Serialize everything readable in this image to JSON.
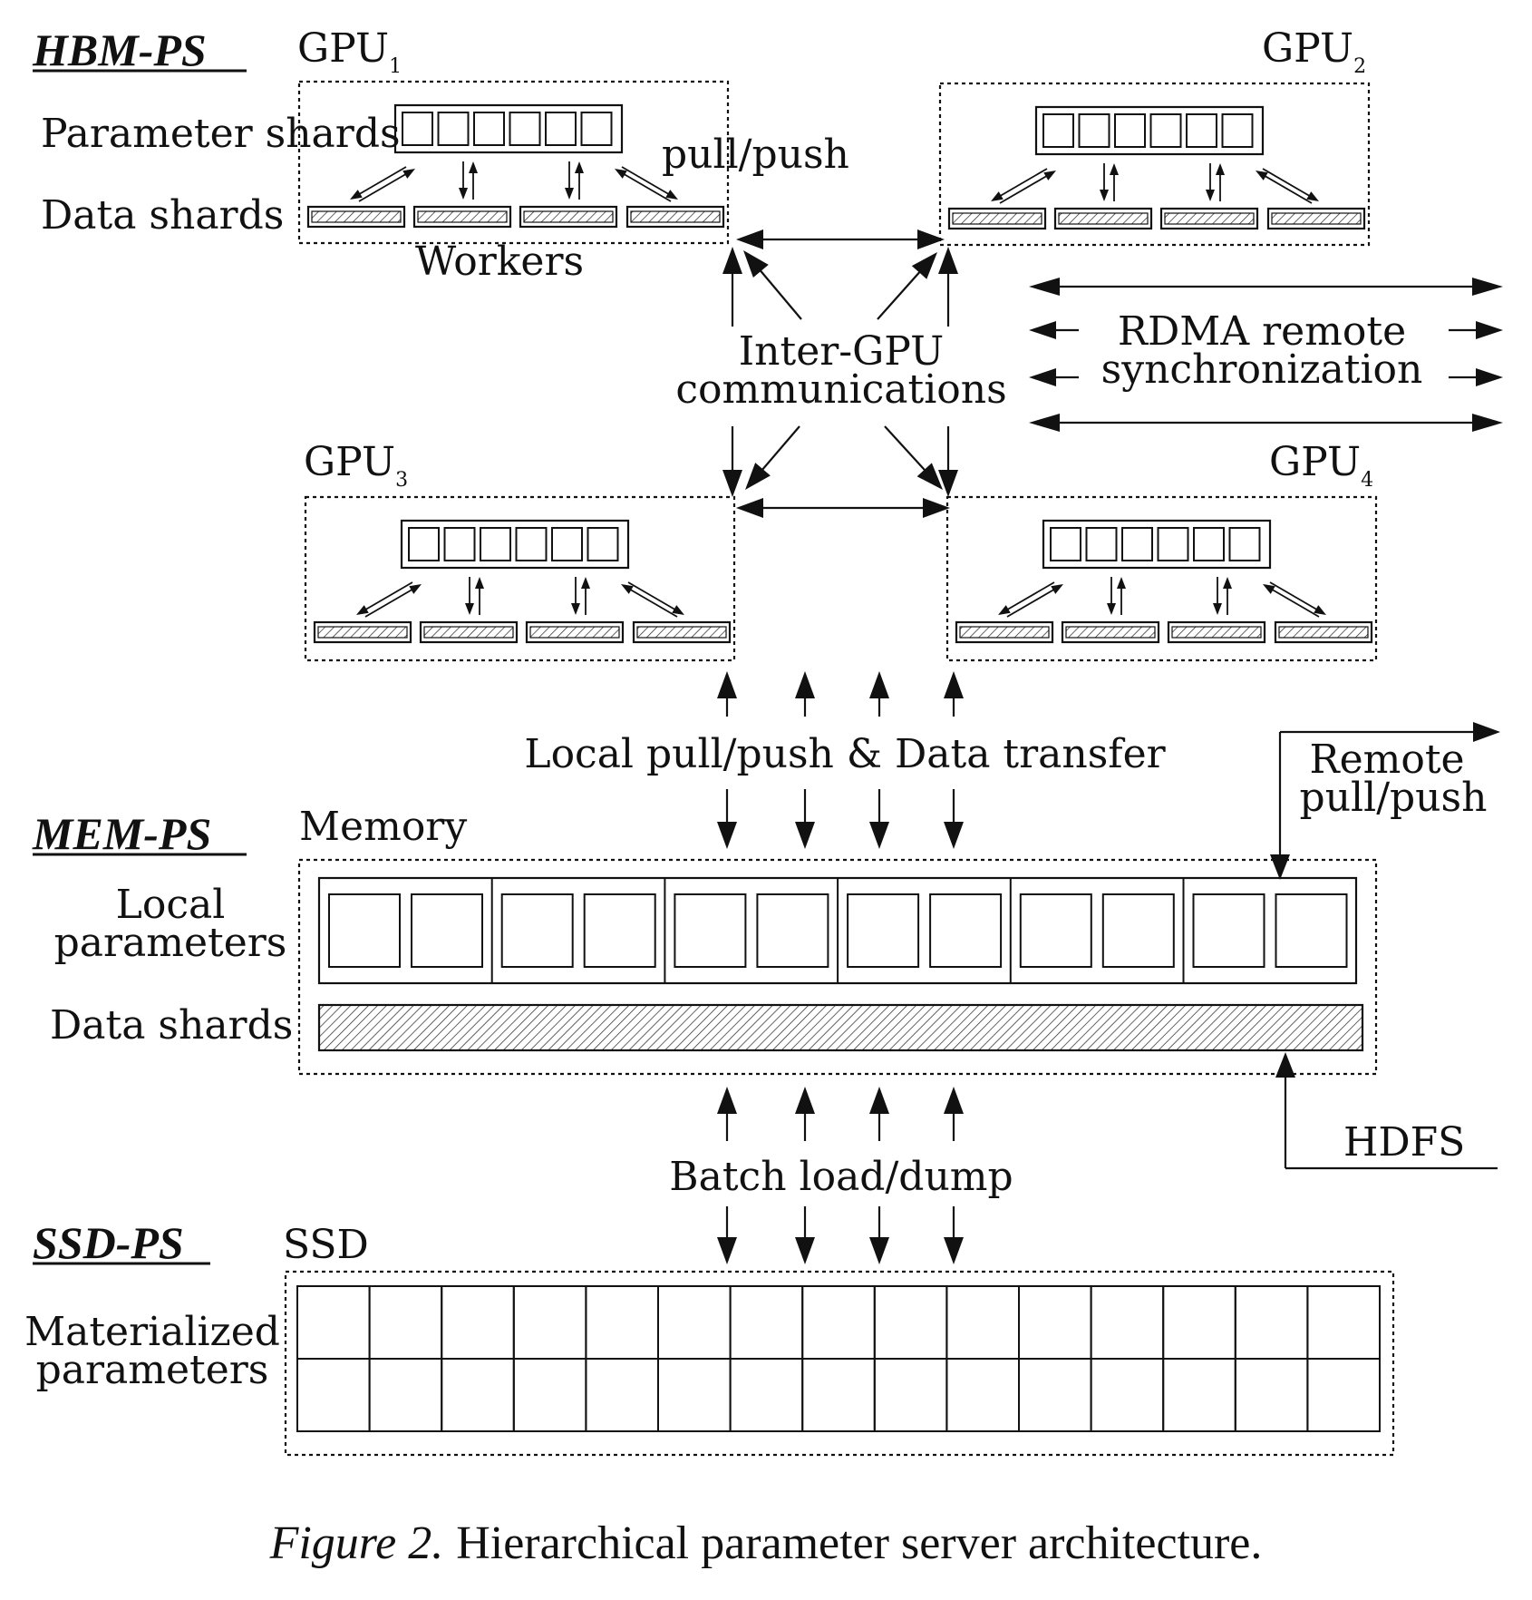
{
  "tiers": {
    "hbm": "HBM-PS",
    "mem": "MEM-PS",
    "ssd": "SSD-PS"
  },
  "gpus": [
    {
      "base": "GPU",
      "sub": "1"
    },
    {
      "base": "GPU",
      "sub": "2"
    },
    {
      "base": "GPU",
      "sub": "3"
    },
    {
      "base": "GPU",
      "sub": "4"
    }
  ],
  "labels": {
    "parameter_shards": "Parameter shards",
    "data_shards_gpu": "Data shards",
    "pull_push": "pull/push",
    "workers": "Workers",
    "inter_gpu_line1": "Inter-GPU",
    "inter_gpu_line2": "communications",
    "rdma_line1": "RDMA remote",
    "rdma_line2": "synchronization",
    "local_transfer": "Local pull/push & Data transfer",
    "memory": "Memory",
    "remote_line1": "Remote",
    "remote_line2": "pull/push",
    "local_params_line1": "Local",
    "local_params_line2": "parameters",
    "data_shards_mem": "Data shards",
    "hdfs": "HDFS",
    "batch": "Batch load/dump",
    "ssd": "SSD",
    "materialized_line1": "Materialized",
    "materialized_line2": "parameters"
  },
  "caption": {
    "figure": "Figure 2.",
    "text": "Hierarchical parameter server architecture."
  }
}
